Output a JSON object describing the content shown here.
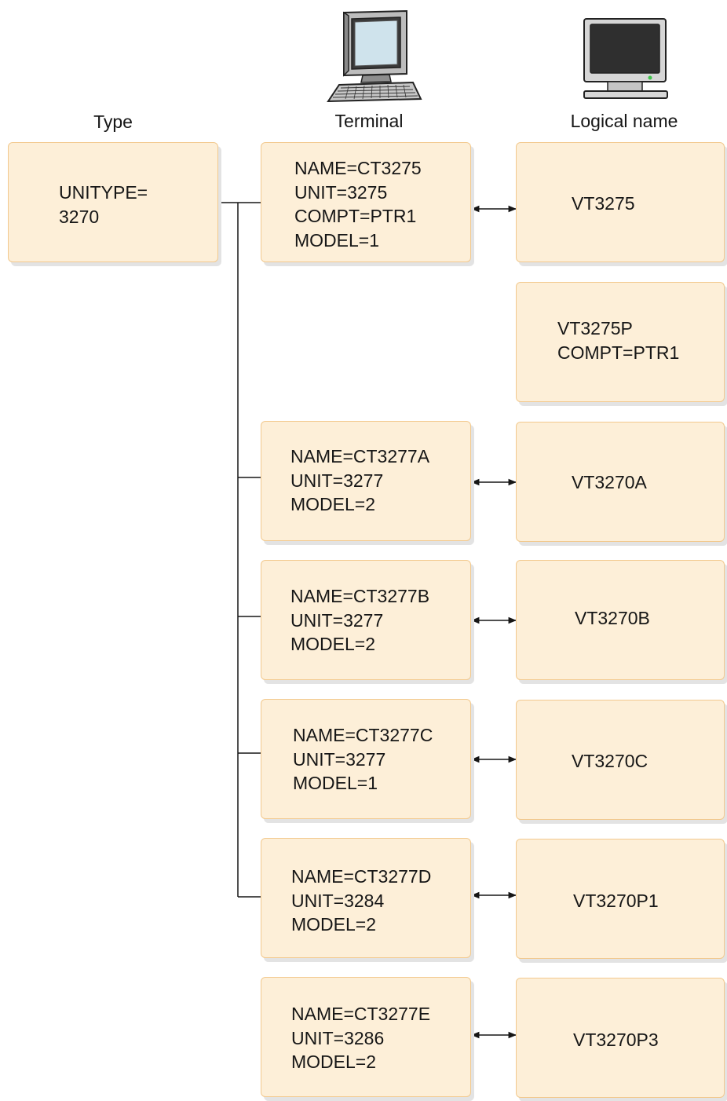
{
  "headers": {
    "type": "Type",
    "terminal": "Terminal",
    "logical_name": "Logical name"
  },
  "icons": {
    "terminal": "terminal-computer-icon",
    "logical_name": "monitor-icon"
  },
  "colors": {
    "box_fill": "#fdefd8",
    "box_border": "#f2c98e",
    "line": "#161616"
  },
  "type_box": {
    "lines": [
      "UNITYPE=",
      "3270"
    ]
  },
  "terminals": [
    {
      "lines": [
        "NAME=CT3275",
        "UNIT=3275",
        "COMPT=PTR1",
        "MODEL=1"
      ]
    },
    {
      "lines": [
        "NAME=CT3277A",
        "UNIT=3277",
        "MODEL=2"
      ]
    },
    {
      "lines": [
        "NAME=CT3277B",
        "UNIT=3277",
        "MODEL=2"
      ]
    },
    {
      "lines": [
        "NAME=CT3277C",
        "UNIT=3277",
        "MODEL=1"
      ]
    },
    {
      "lines": [
        "NAME=CT3277D",
        "UNIT=3284",
        "MODEL=2"
      ]
    },
    {
      "lines": [
        "NAME=CT3277E",
        "UNIT=3286",
        "MODEL=2"
      ]
    }
  ],
  "logical_names": [
    {
      "lines": [
        "VT3275"
      ]
    },
    {
      "lines": [
        "VT3275P",
        "COMPT=PTR1"
      ]
    },
    {
      "lines": [
        "VT3270A"
      ]
    },
    {
      "lines": [
        "VT3270B"
      ]
    },
    {
      "lines": [
        "VT3270C"
      ]
    },
    {
      "lines": [
        "VT3270P1"
      ]
    },
    {
      "lines": [
        "VT3270P3"
      ]
    }
  ]
}
